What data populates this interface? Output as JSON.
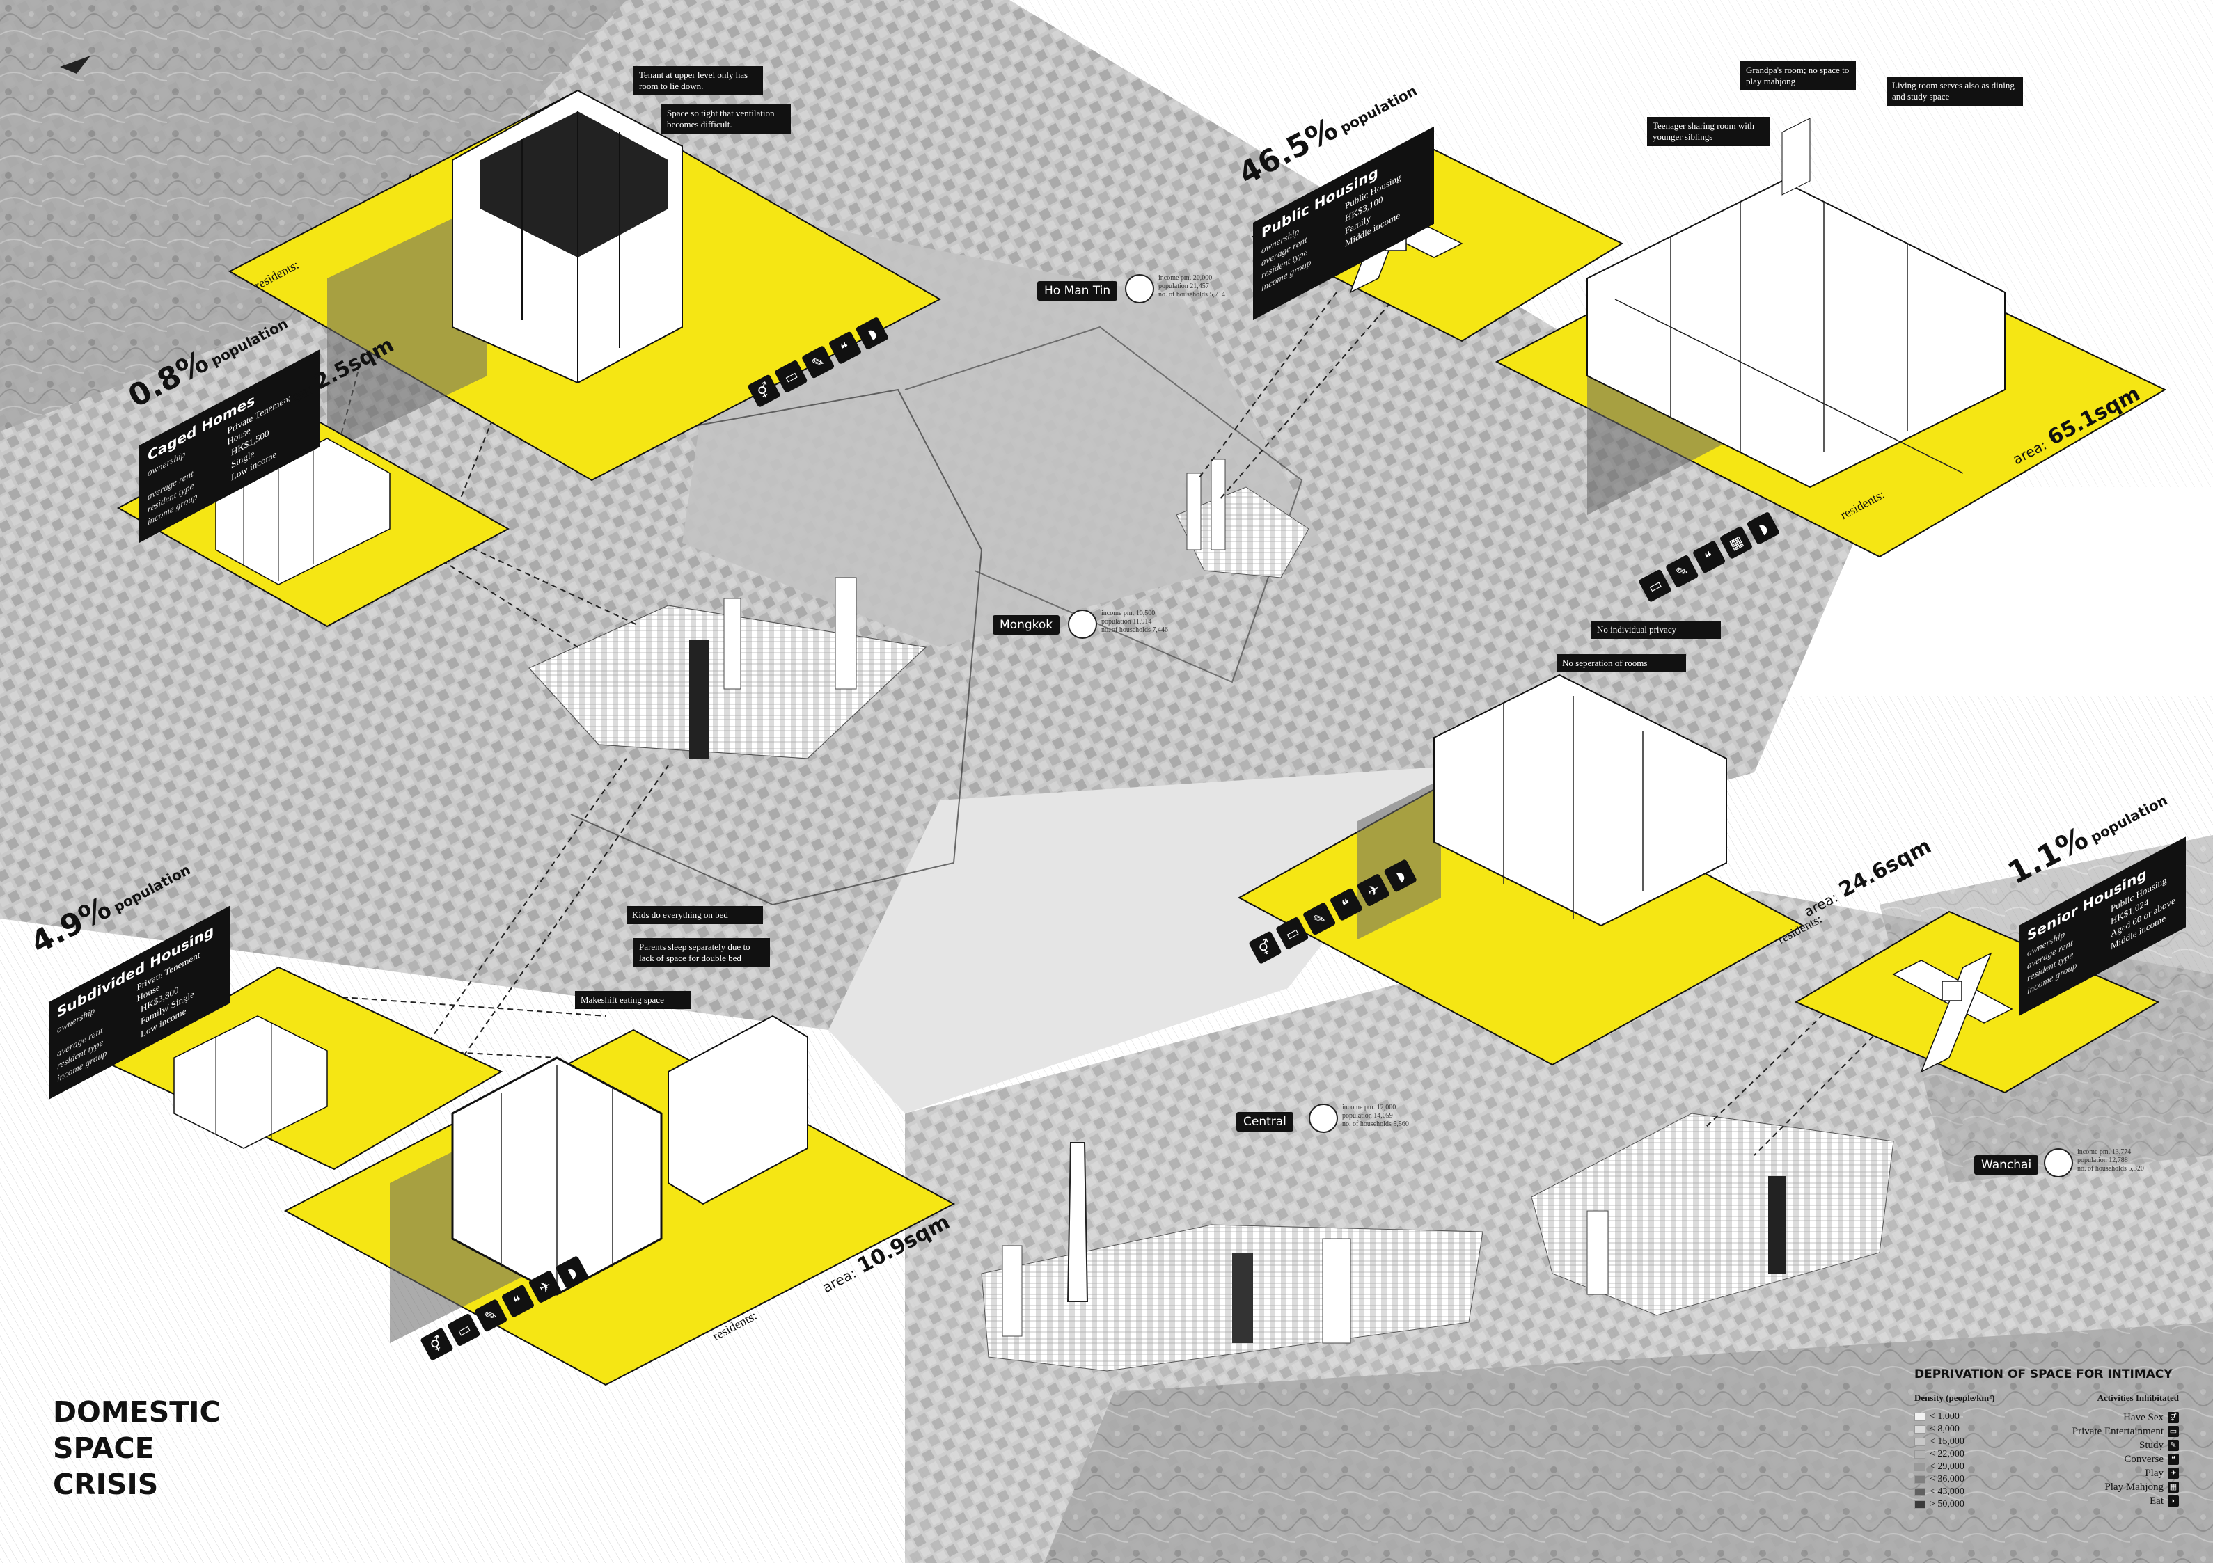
{
  "title": {
    "lines": [
      "DOMESTIC",
      "SPACE",
      "CRISIS"
    ]
  },
  "colors": {
    "accent": "#f5e614",
    "ink": "#111111",
    "map": "#bdbdbd"
  },
  "districts": [
    {
      "name": "Ho Man Tin",
      "stats": [
        "income pm.  20,000",
        "population  21,457",
        "no. of households  5,714"
      ]
    },
    {
      "name": "Mongkok",
      "stats": [
        "income pm.  10,500",
        "population  11,914",
        "no. of households  7,446"
      ]
    },
    {
      "name": "Central",
      "stats": [
        "income pm.  12,000",
        "population  14,059",
        "no. of households  5,560"
      ]
    },
    {
      "name": "Wanchai",
      "stats": [
        "income pm.  13,774",
        "population  12,788",
        "no. of households  5,320"
      ]
    }
  ],
  "housing": {
    "caged": {
      "percent": "0.8%",
      "percent_label": "population",
      "title": "Caged Homes",
      "rows": [
        [
          "ownership",
          "Private Tenement House"
        ],
        [
          "average rent",
          "HK$1,500"
        ],
        [
          "resident type",
          "Single"
        ],
        [
          "income group",
          "Low income"
        ]
      ],
      "area_label": "area:",
      "area": "2.5sqm",
      "residents_label": "residents:",
      "notes": [
        "Tenant at upper level only has room to lie down.",
        "Space so tight that ventilation becomes difficult."
      ]
    },
    "public": {
      "percent": "46.5%",
      "percent_label": "population",
      "title": "Public Housing",
      "rows": [
        [
          "ownership",
          "Public Housing"
        ],
        [
          "average rent",
          "HK$3,100"
        ],
        [
          "resident type",
          "Family"
        ],
        [
          "income group",
          "Middle income"
        ]
      ],
      "area_label": "area:",
      "area": "65.1sqm",
      "residents_label": "residents:",
      "notes": [
        "Teenager sharing room with younger siblings",
        "Grandpa's room; no space to play mahjong",
        "Living room serves also as dining and study space"
      ]
    },
    "middle": {
      "area_label": "area:",
      "area": "24.6sqm",
      "residents_label": "residents:",
      "notes": [
        "No individual privacy",
        "No seperation of rooms"
      ]
    },
    "senior": {
      "percent": "1.1%",
      "percent_label": "population",
      "title": "Senior Housing",
      "rows": [
        [
          "ownership",
          "Public Housing"
        ],
        [
          "average rent",
          "HK$1,024"
        ],
        [
          "resident type",
          "Aged 60 or above"
        ],
        [
          "income group",
          "Middle income"
        ]
      ]
    },
    "subdivided": {
      "percent": "4.9%",
      "percent_label": "population",
      "title": "Subdivided Housing",
      "rows": [
        [
          "ownership",
          "Private Tenement House"
        ],
        [
          "average rent",
          "HK$3,800"
        ],
        [
          "resident type",
          "Family/ Single"
        ],
        [
          "income group",
          "Low income"
        ]
      ],
      "area_label": "area:",
      "area": "10.9sqm",
      "residents_label": "residents:",
      "notes": [
        "Kids do everything on bed",
        "Parents sleep separately due to lack of space for double bed",
        "Makeshift eating space"
      ]
    }
  },
  "legend": {
    "title": "DEPRIVATION OF SPACE FOR INTIMACY",
    "density_header": "Density (people/km²)",
    "density": [
      "< 1,000",
      "< 8,000",
      "< 15,000",
      "< 22,000",
      "< 29,000",
      "< 36,000",
      "< 43,000",
      "> 50,000"
    ],
    "density_colors": [
      "#f2f2f2",
      "#dcdcdc",
      "#c8c8c8",
      "#b2b2b2",
      "#9a9a9a",
      "#808080",
      "#606060",
      "#3a3a3a"
    ],
    "activities_header": "Activities Inhibitated",
    "activities": [
      "Have Sex",
      "Private Entertainment",
      "Study",
      "Converse",
      "Play",
      "Play Mahjong",
      "Eat"
    ]
  }
}
